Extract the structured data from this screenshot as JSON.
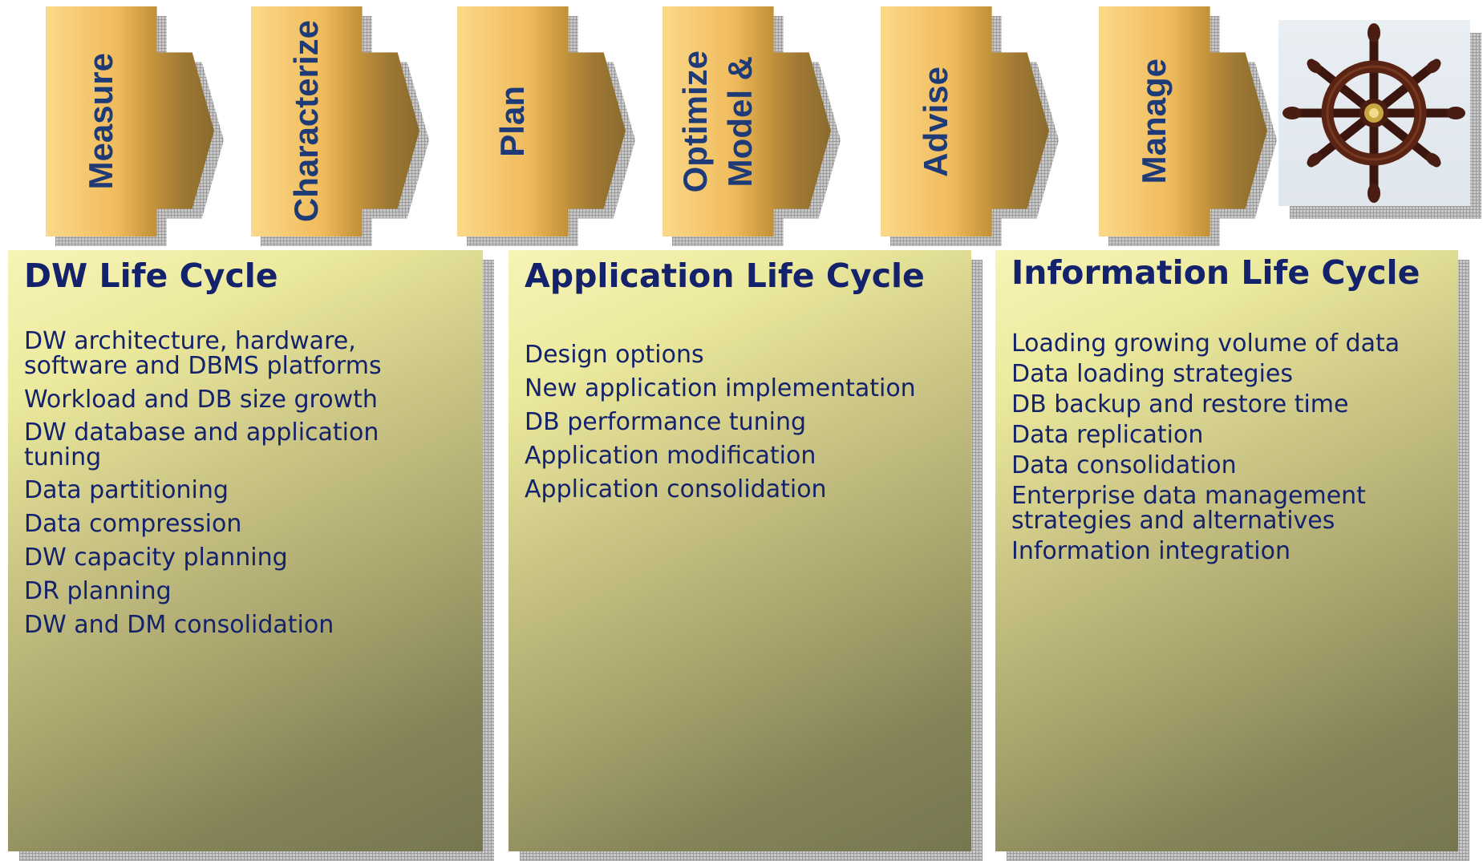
{
  "steps": [
    {
      "lines": [
        "Measure"
      ]
    },
    {
      "lines": [
        "Characterize"
      ]
    },
    {
      "lines": [
        "Plan"
      ]
    },
    {
      "lines": [
        "Model &",
        "Optimize"
      ]
    },
    {
      "lines": [
        "Advise"
      ]
    },
    {
      "lines": [
        "Manage"
      ]
    }
  ],
  "image": {
    "icon": "ship-wheel-icon"
  },
  "panels": [
    {
      "title": "DW Life Cycle",
      "items": [
        [
          "DW architecture, hardware,",
          "software and DBMS platforms"
        ],
        [
          "Workload and DB size growth"
        ],
        [
          "DW database and application",
          "tuning"
        ],
        [
          "Data partitioning"
        ],
        [
          "Data compression"
        ],
        [
          "DW capacity planning"
        ],
        [
          "DR planning"
        ],
        [
          "DW and DM consolidation"
        ]
      ]
    },
    {
      "title": "Application Life Cycle",
      "items": [
        [
          "Design options"
        ],
        [
          "New application implementation"
        ],
        [
          "DB performance tuning"
        ],
        [
          "Application modification"
        ],
        [
          "Application consolidation"
        ]
      ]
    },
    {
      "title": "Information Life Cycle",
      "items": [
        [
          "Loading growing volume of data"
        ],
        [
          "Data loading strategies"
        ],
        [
          "DB backup and restore time"
        ],
        [
          "Data replication"
        ],
        [
          "Data consolidation"
        ],
        [
          "Enterprise data management",
          "strategies and alternatives"
        ],
        [
          "Information integration"
        ]
      ]
    }
  ]
}
